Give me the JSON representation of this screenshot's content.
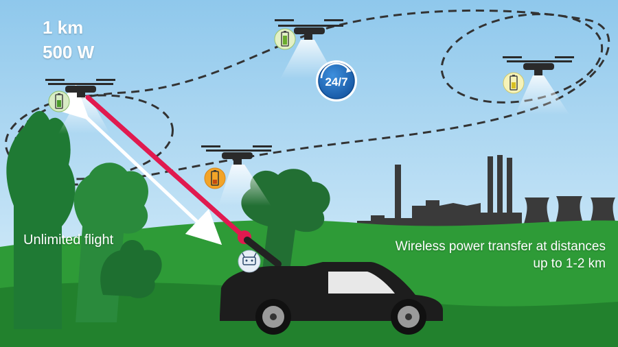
{
  "specs": {
    "distance": "1 km",
    "power": "500 W"
  },
  "badge_text": "24/7",
  "caption_left": "Unlimited flight",
  "caption_right": {
    "line1": "Wireless power transfer at distances",
    "line2": "up to 1-2 km"
  },
  "colors": {
    "sky_top": "#9ecfee",
    "sky_bottom": "#d9eefa",
    "grass": "#2f9a35",
    "grass_dark": "#1d6b2a",
    "laser": "#e01a4f",
    "badge": "#1f6fc0",
    "car": "#1d1d1d"
  },
  "battery_levels": {
    "drone_left": 0.6,
    "drone_top": 0.75,
    "drone_right": 0.5,
    "drone_low": 0.3
  }
}
